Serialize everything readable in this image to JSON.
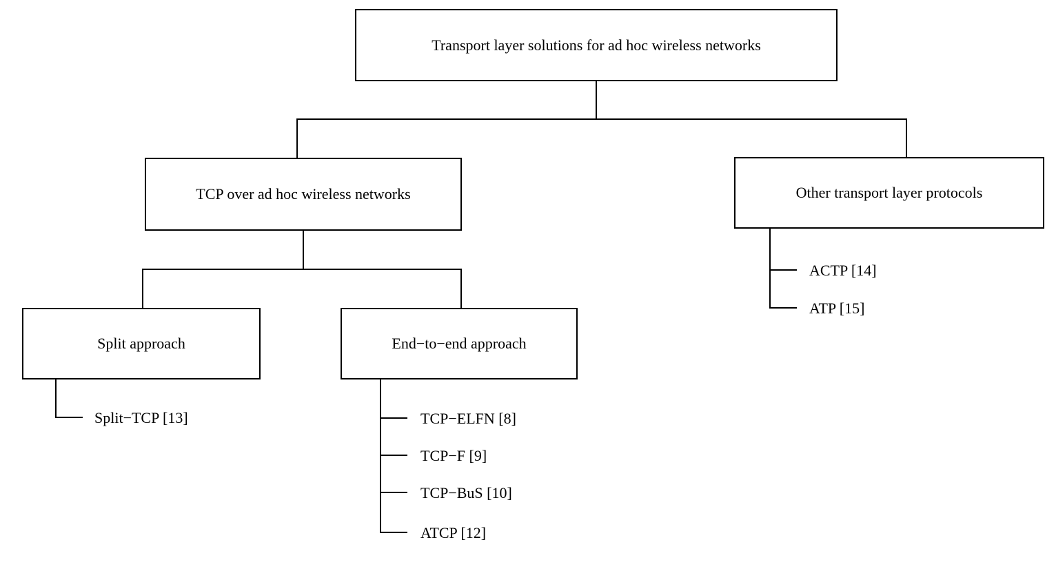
{
  "diagram": {
    "type": "tree",
    "background_color": "#ffffff",
    "line_color": "#000000",
    "text_color": "#000000",
    "root": {
      "label": "Transport layer solutions for ad hoc wireless networks"
    },
    "tcp_branch": {
      "label": "TCP over ad hoc wireless networks",
      "split": {
        "label": "Split approach",
        "leaves": [
          {
            "label": "Split−TCP [13]"
          }
        ]
      },
      "end_to_end": {
        "label": "End−to−end approach",
        "leaves": [
          {
            "label": "TCP−ELFN [8]"
          },
          {
            "label": "TCP−F [9]"
          },
          {
            "label": "TCP−BuS [10]"
          },
          {
            "label": "ATCP [12]"
          }
        ]
      }
    },
    "other_branch": {
      "label": "Other transport layer protocols",
      "leaves": [
        {
          "label": "ACTP [14]"
        },
        {
          "label": "ATP [15]"
        }
      ]
    }
  }
}
